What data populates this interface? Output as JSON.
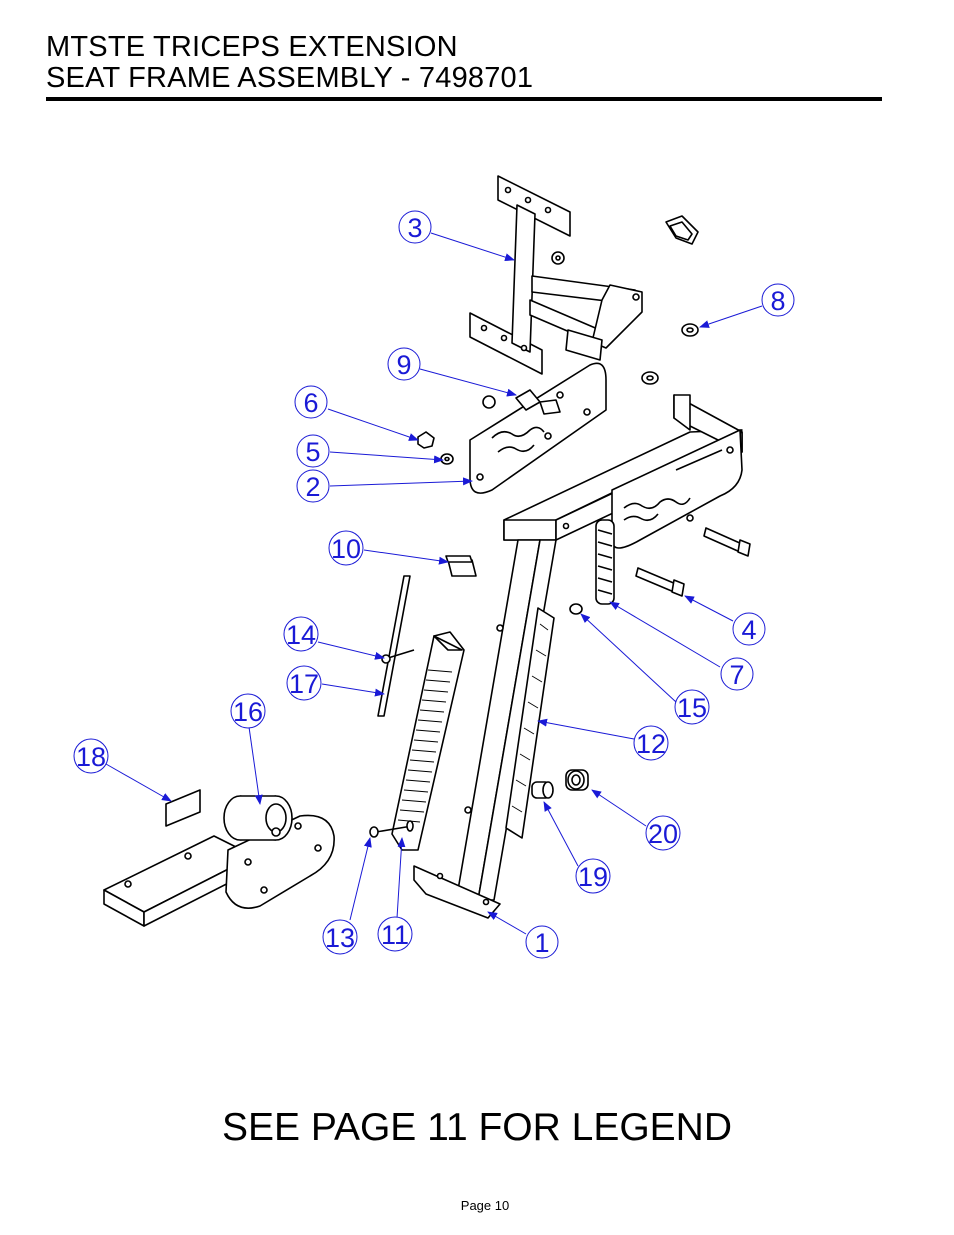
{
  "header": {
    "title_line1": "MTSTE TRICEPS EXTENSION",
    "title_line2": "SEAT FRAME ASSEMBLY - 7498701"
  },
  "footer": {
    "legend_note": "SEE PAGE 11 FOR LEGEND",
    "page_label": "Page 10"
  },
  "colors": {
    "callout": "#1a1ad6",
    "line": "#000000"
  },
  "callouts": [
    "1",
    "2",
    "3",
    "4",
    "5",
    "6",
    "7",
    "8",
    "9",
    "10",
    "11",
    "12",
    "13",
    "14",
    "15",
    "16",
    "17",
    "18",
    "19",
    "20"
  ]
}
